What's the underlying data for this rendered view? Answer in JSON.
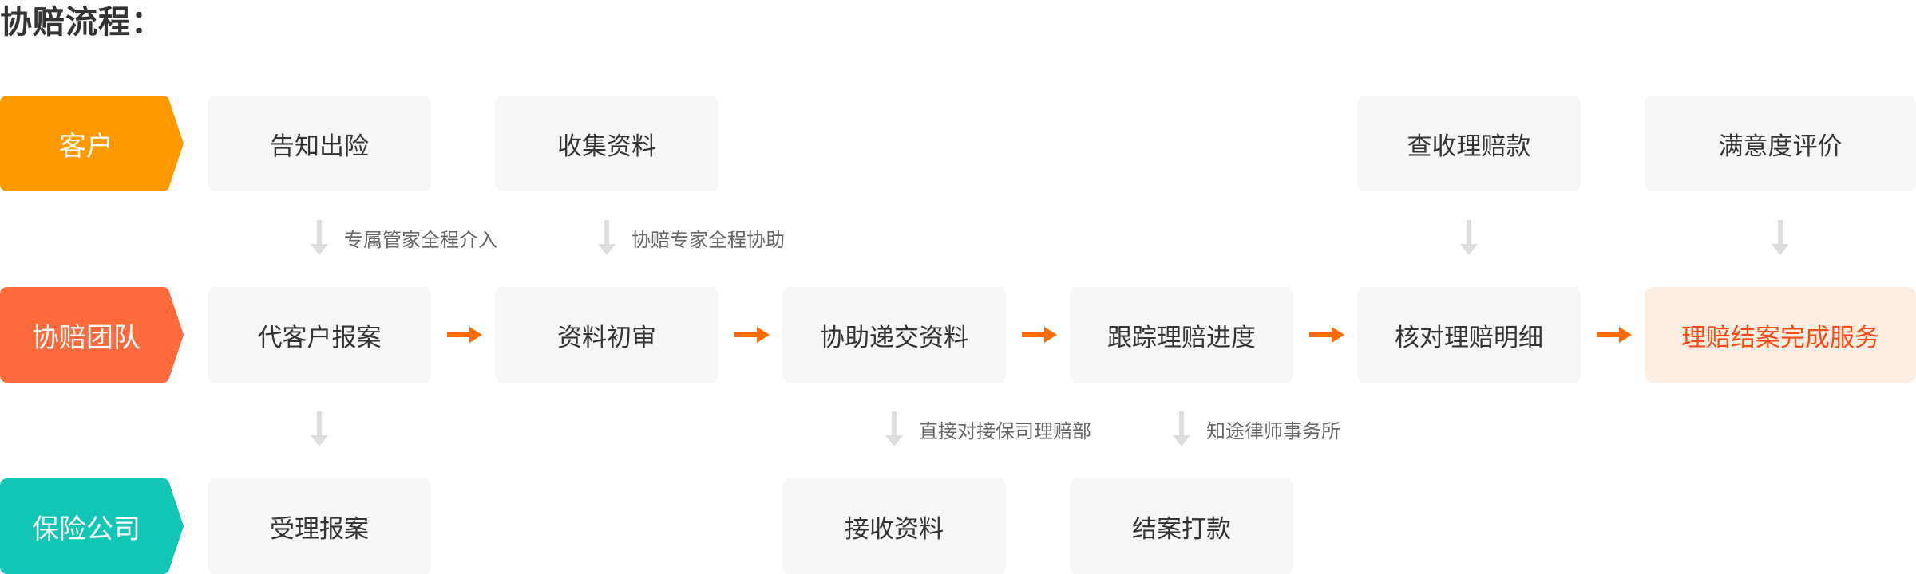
{
  "title": "协赔流程：",
  "colors": {
    "customer_tab": "#ff9900",
    "team_tab": "#ff6b3d",
    "insurer_tab": "#12c6b6",
    "box_bg": "#f6f6f6",
    "highlight_bg": "#fdeee3",
    "highlight_text": "#ff4a14",
    "flow_arrow": "#ff6a00",
    "down_arrow": "#dddddd"
  },
  "lanes": {
    "customer": {
      "label": "客户",
      "steps": [
        "告知出险",
        "收集资料",
        "查收理赔款",
        "满意度评价"
      ]
    },
    "team": {
      "label": "协赔团队",
      "steps": [
        "代客户报案",
        "资料初审",
        "协助递交资料",
        "跟踪理赔进度",
        "核对理赔明细",
        "理赔结案完成服务"
      ]
    },
    "insurer": {
      "label": "保险公司",
      "steps": [
        "受理报案",
        "接收资料",
        "结案打款"
      ]
    }
  },
  "notes": {
    "upper": [
      "专属管家全程介入",
      "协赔专家全程协助"
    ],
    "lower": [
      "直接对接保司理赔部",
      "知途律师事务所"
    ]
  }
}
